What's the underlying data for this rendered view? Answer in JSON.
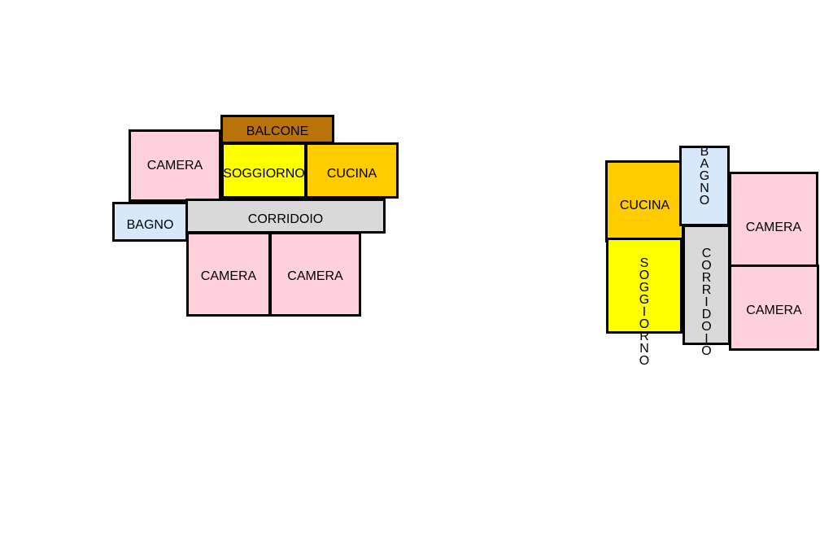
{
  "colors": {
    "camera": "#ffd1dc",
    "balcone": "#b8730a",
    "soggiorno": "#ffff00",
    "cucina": "#ffcc00",
    "bagno": "#d6e8fa",
    "corridoio": "#d9d9d9"
  },
  "plans": [
    {
      "name": "plan-left",
      "rooms": [
        {
          "label": "BALCONE",
          "type": "balcone"
        },
        {
          "label": "CAMERA",
          "type": "camera"
        },
        {
          "label": "SOGGIORNO",
          "type": "soggiorno"
        },
        {
          "label": "CUCINA",
          "type": "cucina"
        },
        {
          "label": "BAGNO",
          "type": "bagno"
        },
        {
          "label": "CORRIDOIO",
          "type": "corridoio"
        },
        {
          "label": "CAMERA",
          "type": "camera"
        },
        {
          "label": "CAMERA",
          "type": "camera"
        }
      ]
    },
    {
      "name": "plan-right",
      "rooms": [
        {
          "label": "CUCINA",
          "type": "cucina"
        },
        {
          "label": "BAGNO",
          "type": "bagno",
          "vertical": true
        },
        {
          "label": "CAMERA",
          "type": "camera"
        },
        {
          "label": "SOGGIORNO",
          "type": "soggiorno",
          "vertical": true
        },
        {
          "label": "CORRIDOIO",
          "type": "corridoio",
          "vertical": true
        },
        {
          "label": "CAMERA",
          "type": "camera"
        }
      ]
    }
  ]
}
